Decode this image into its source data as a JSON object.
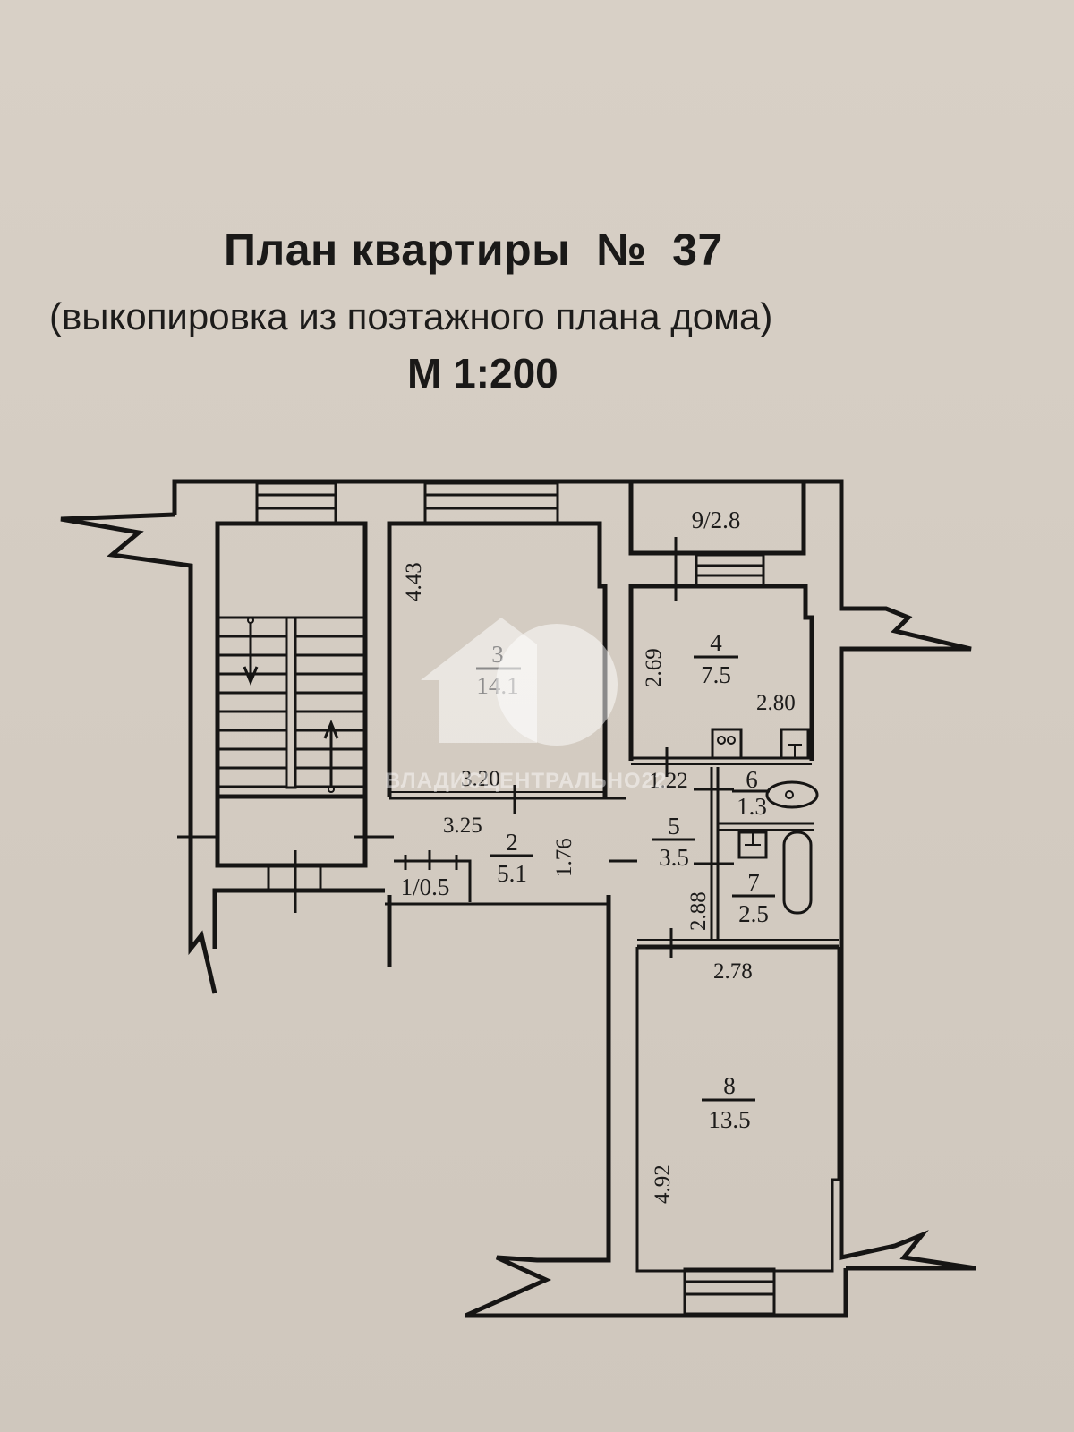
{
  "header": {
    "title": "План квартиры  №  37",
    "subtitle": "(выкопировка из поэтажного плана дома)",
    "scale": "М 1:200"
  },
  "rooms": [
    {
      "id": "1",
      "area": "0.5",
      "label": "1/0.5"
    },
    {
      "id": "2",
      "area": "5.1"
    },
    {
      "id": "3",
      "area": "14.1"
    },
    {
      "id": "4",
      "area": "7.5"
    },
    {
      "id": "5",
      "area": "3.5"
    },
    {
      "id": "6",
      "area": "1.3"
    },
    {
      "id": "7",
      "area": "2.5"
    },
    {
      "id": "8",
      "area": "13.5"
    },
    {
      "id": "9",
      "area": "2.8",
      "label": "9/2.8"
    }
  ],
  "dimensions": {
    "room3_height": "4.43",
    "room3_width": "3.20",
    "room4_height": "2.69",
    "room4_width": "2.80",
    "hall_width": "3.25",
    "hall_depth": "1.76",
    "room5_width": "1.22",
    "room5_length": "2.88",
    "room8_width": "2.78",
    "room8_length": "4.92"
  },
  "watermark": {
    "text": "ВЛАДИСЦЕНТРАЛЬНО22",
    "icon": "house-key-logo-icon"
  },
  "colors": {
    "paper": "#d6cec4",
    "ink": "#161514",
    "watermark": "#ffffff"
  }
}
